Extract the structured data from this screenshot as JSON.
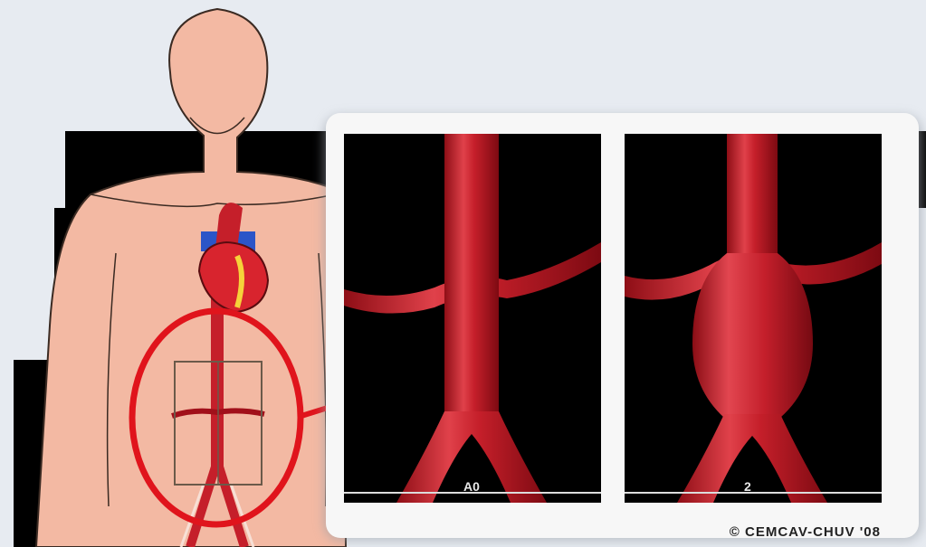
{
  "figure": {
    "credit": "© CEMCAV-CHUV '08",
    "panel_left": {
      "label": "A0"
    },
    "panel_right": {
      "label": "2"
    },
    "colors": {
      "skin": "#f3b9a3",
      "artery": "#c51f2a",
      "vein": "#2b55c8",
      "highlight_ring": "#e0141c",
      "panel_background": "#000000"
    },
    "icons": [
      "heart-icon",
      "arrow-right-icon"
    ]
  }
}
